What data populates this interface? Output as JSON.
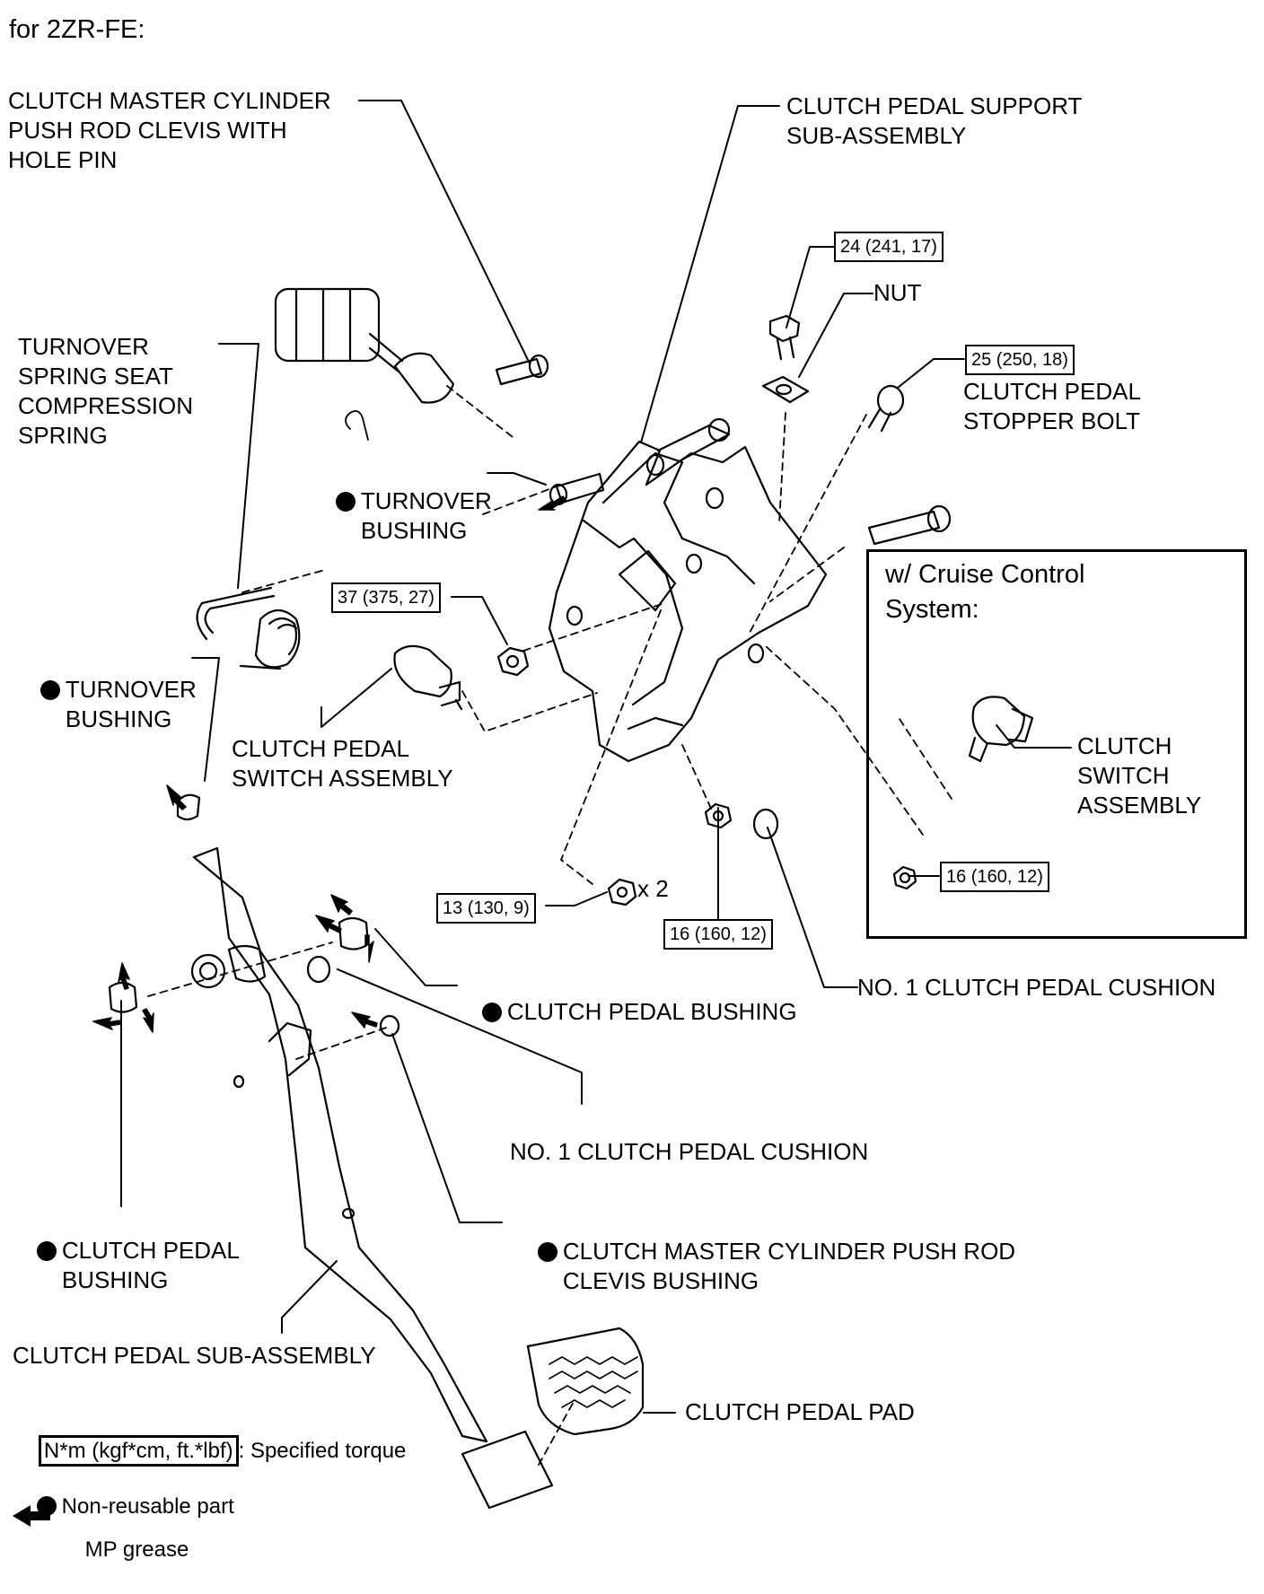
{
  "header": {
    "variant": "for 2ZR-FE:"
  },
  "parts": {
    "clevis_pin": "CLUTCH MASTER CYLINDER\nPUSH ROD CLEVIS WITH\nHOLE PIN",
    "support": "CLUTCH PEDAL SUPPORT\nSUB-ASSEMBLY",
    "nut": "NUT",
    "stopper_bolt": "CLUTCH PEDAL\nSTOPPER BOLT",
    "turnover_spring": "TURNOVER\nSPRING SEAT\nCOMPRESSION\nSPRING",
    "turnover_bushing_upper": "TURNOVER\nBUSHING",
    "turnover_bushing_left": "TURNOVER\nBUSHING",
    "pedal_switch": "CLUTCH PEDAL\nSWITCH ASSEMBLY",
    "cruise_switch": "CLUTCH\nSWITCH\nASSEMBLY",
    "pedal_bushing_right": "CLUTCH PEDAL BUSHING",
    "cushion_right": "NO. 1 CLUTCH PEDAL CUSHION",
    "cushion_center": "NO. 1 CLUTCH PEDAL CUSHION",
    "pedal_bushing_left": "CLUTCH PEDAL\nBUSHING",
    "clevis_bushing": "CLUTCH MASTER CYLINDER PUSH ROD\nCLEVIS BUSHING",
    "pedal_sub": "CLUTCH PEDAL SUB-ASSEMBLY",
    "pedal_pad": "CLUTCH PEDAL PAD",
    "times_two": "x 2"
  },
  "torques": {
    "t24": "24 (241, 17)",
    "t25": "25 (250, 18)",
    "t37": "37 (375, 27)",
    "t13": "13 (130, 9)",
    "t16_main": "16 (160, 12)",
    "t16_cruise": "16 (160, 12)"
  },
  "cruise_box": {
    "title": "w/ Cruise Control\nSystem:"
  },
  "legend": {
    "torque_unit": "N*m (kgf*cm, ft.*lbf)",
    "torque_text": ": Specified torque",
    "non_reusable": "Non-reusable part",
    "grease": "MP grease"
  },
  "icons": [
    "non-reusable-dot-icon",
    "grease-arrow-icon"
  ]
}
